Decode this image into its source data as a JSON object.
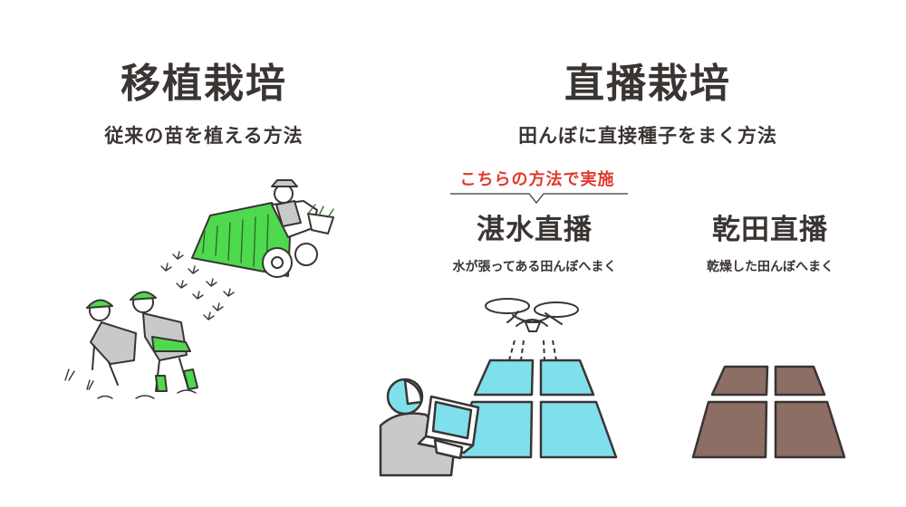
{
  "left": {
    "title": "移植栽培",
    "subtitle": "従来の苗を植える方法"
  },
  "right": {
    "title": "直播栽培",
    "subtitle": "田んぼに直接種子をまく方法",
    "callout": "こちらの方法で実施",
    "options": [
      {
        "name": "湛水直播",
        "description": "水が張ってある田んぼへまく"
      },
      {
        "name": "乾田直播",
        "description": "乾燥した田んぼへまく"
      }
    ]
  },
  "colors": {
    "text": "#3a3433",
    "accent": "#e03a2c",
    "seedling_field": "#4fd94f",
    "flooded_field": "#7fe0ec",
    "dry_field": "#8c6e64",
    "worker_shirt": "#c9c9c9"
  }
}
